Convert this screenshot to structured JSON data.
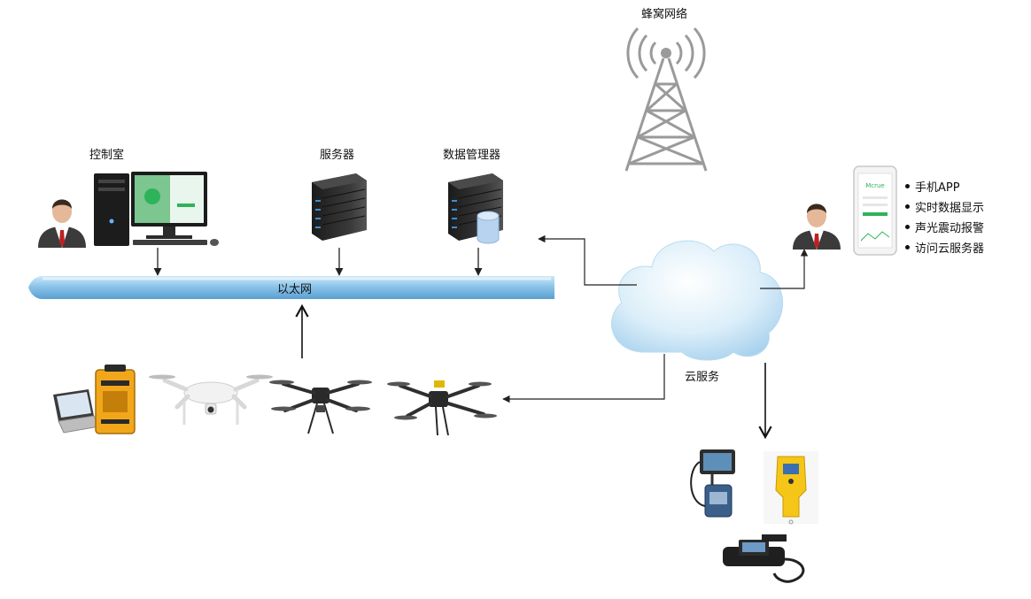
{
  "labels": {
    "tower": "蜂窝网络",
    "control_room": "控制室",
    "server": "服务器",
    "data_manager": "数据管理器",
    "ethernet": "以太网",
    "cloud": "云服务"
  },
  "phone_app": {
    "screen_title": "Mcrue",
    "features": [
      "手机APP",
      "实时数据显示",
      "声光震动报警",
      "访问云服务器"
    ]
  },
  "icons": {
    "tower": "cell-tower-icon",
    "person": "person-icon",
    "server": "server-rack-icon",
    "database": "database-icon",
    "cloud": "cloud-icon",
    "drone": "drone-icon",
    "laptop": "laptop-icon",
    "case": "detector-case-icon",
    "detector": "handheld-detector-icon"
  },
  "colors": {
    "ethernet": "#8cc4ea",
    "cloud": "#cfe6f6",
    "server": "#2a2a2a",
    "server_led": "#3a8fd8",
    "case": "#f2a71b",
    "detector": "#f5c518",
    "screen": "#2fb35a"
  }
}
